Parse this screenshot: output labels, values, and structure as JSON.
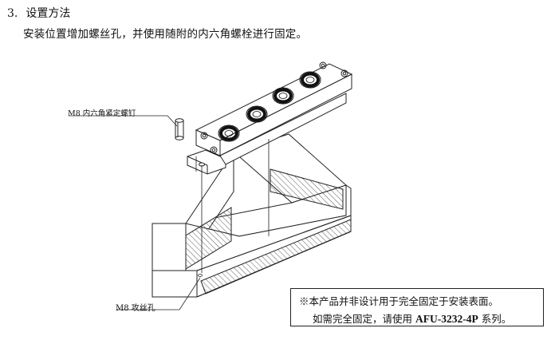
{
  "heading": {
    "number": "3.",
    "title": "设置方法"
  },
  "instruction": "安装位置增加螺丝孔，并使用随附的内六角螺栓进行固定。",
  "drawing": {
    "callout_bolt": "M8 内六角紧定螺钉",
    "callout_hole": "M8 攻丝孔"
  },
  "note": {
    "line1": "※本产品并非设计用于完全固定于安装表面。",
    "line2_prefix": "如需完全固定，请使用",
    "line2_model": "AFU-3232-4P",
    "line2_suffix": "系列。"
  }
}
